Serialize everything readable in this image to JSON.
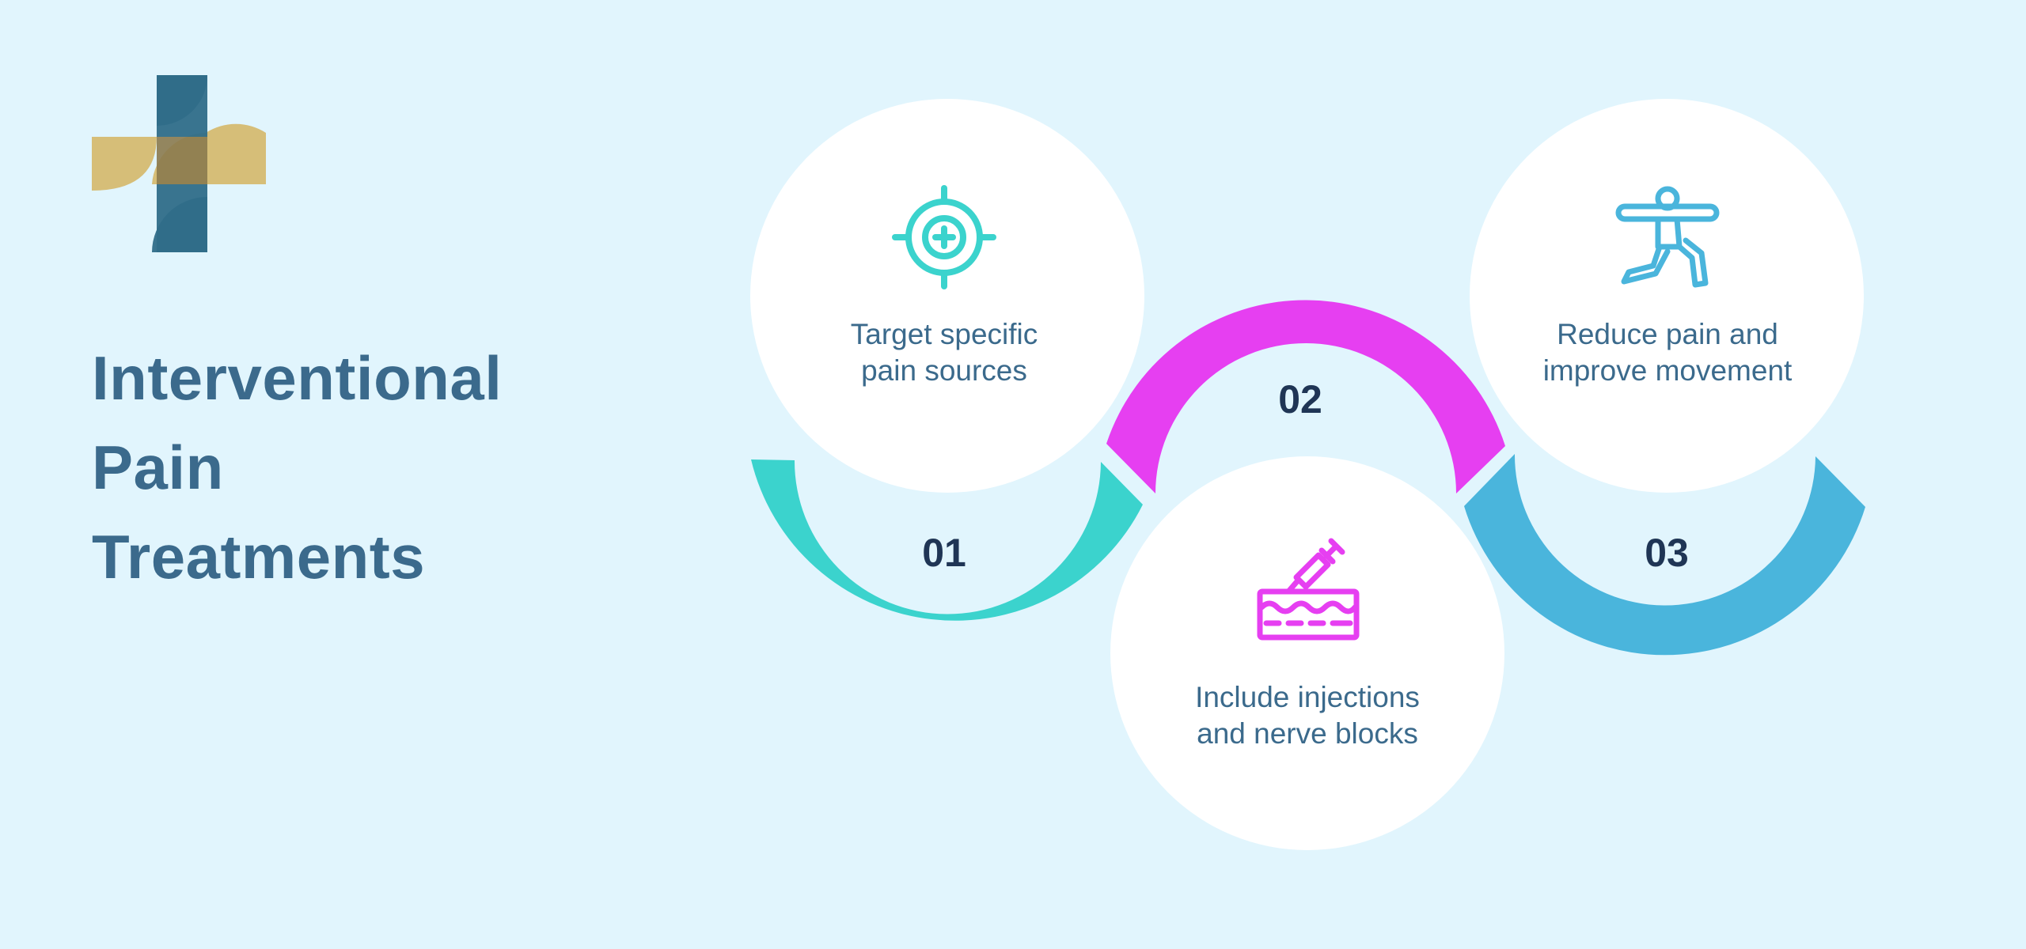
{
  "title": {
    "line1": "Interventional",
    "line2": "Pain",
    "line3": "Treatments"
  },
  "colors": {
    "background": "#e1f5fd",
    "title": "#3b6a8c",
    "number": "#1f3555",
    "step1": "#3bd3cd",
    "step2": "#e63ff1",
    "step3": "#4ab5dc",
    "logo_blue": "#2f6d89",
    "logo_gold": "#d5b96c"
  },
  "steps": [
    {
      "number": "01",
      "line1": "Target specific",
      "line2": "pain sources",
      "icon": "target-crosshair-icon"
    },
    {
      "number": "02",
      "line1": "Include injections",
      "line2": "and nerve blocks",
      "icon": "syringe-injection-icon"
    },
    {
      "number": "03",
      "line1": "Reduce pain and",
      "line2": "improve movement",
      "icon": "stretching-person-icon"
    }
  ]
}
